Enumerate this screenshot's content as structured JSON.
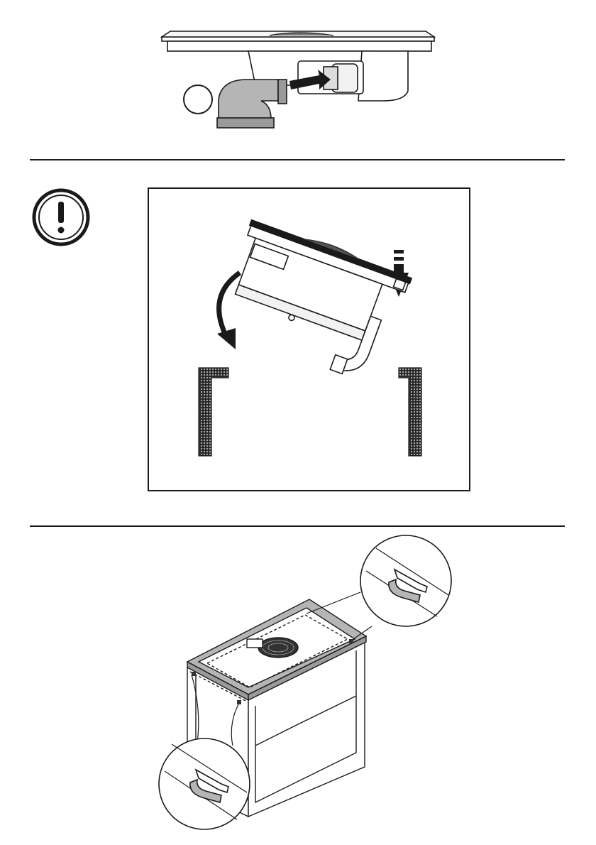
{
  "document": {
    "type": "installation-manual-illustration-page",
    "sections": [
      {
        "id": "connect-duct",
        "step_badge_text": ""
      },
      {
        "id": "warning-insert-hob",
        "warning_icon": "exclamation-circle-icon"
      },
      {
        "id": "clips-fixing"
      }
    ]
  },
  "colors": {
    "line": "#1a1a1a",
    "fill_grey": "#b5b5b5",
    "fill_light": "#f2f2f2",
    "hatch": "#2a2a2a"
  }
}
